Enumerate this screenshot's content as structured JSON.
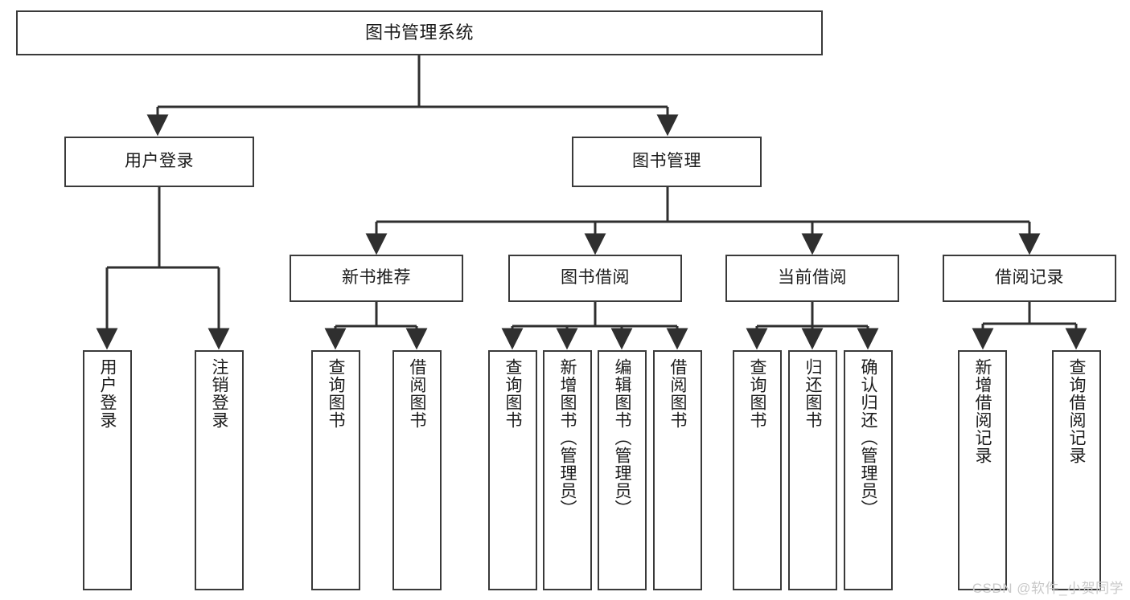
{
  "diagram": {
    "type": "tree-hierarchy-diagram",
    "title": "图书管理系统",
    "watermark": "CSDN @软件_小贺同学",
    "colors": {
      "box_border": "#3a3a3a",
      "box_fill": "#ffffff",
      "edge": "#2f2f2f",
      "text": "#1b1b1b",
      "watermark": "#c9c9c9",
      "background": "#ffffff"
    },
    "nodes": {
      "root": {
        "label": "图书管理系统"
      },
      "level1": [
        {
          "id": "user-login",
          "label": "用户登录"
        },
        {
          "id": "book-management",
          "label": "图书管理"
        }
      ],
      "level2": [
        {
          "id": "new-book-recommend",
          "label": "新书推荐"
        },
        {
          "id": "book-borrow",
          "label": "图书借阅"
        },
        {
          "id": "current-borrow",
          "label": "当前借阅"
        },
        {
          "id": "borrow-record",
          "label": "借阅记录"
        }
      ],
      "leaves": {
        "user-login": [
          {
            "id": "leaf-user-login",
            "label": "用户登录"
          },
          {
            "id": "leaf-user-logout",
            "label": "注销登录"
          }
        ],
        "new-book-recommend": [
          {
            "id": "leaf-query-book-1",
            "label": "查询图书"
          },
          {
            "id": "leaf-borrow-book-1",
            "label": "借阅图书"
          }
        ],
        "book-borrow": [
          {
            "id": "leaf-query-book-2",
            "label": "查询图书"
          },
          {
            "id": "leaf-add-book",
            "label": "新增图书（管理员）"
          },
          {
            "id": "leaf-edit-book",
            "label": "编辑图书（管理员）"
          },
          {
            "id": "leaf-borrow-book-2",
            "label": "借阅图书"
          }
        ],
        "current-borrow": [
          {
            "id": "leaf-query-book-3",
            "label": "查询图书"
          },
          {
            "id": "leaf-return-book",
            "label": "归还图书"
          },
          {
            "id": "leaf-confirm-return",
            "label": "确认归还（管理员）"
          }
        ],
        "borrow-record": [
          {
            "id": "leaf-add-record",
            "label": "新增借阅记录"
          },
          {
            "id": "leaf-query-record",
            "label": "查询借阅记录"
          }
        ]
      }
    }
  }
}
